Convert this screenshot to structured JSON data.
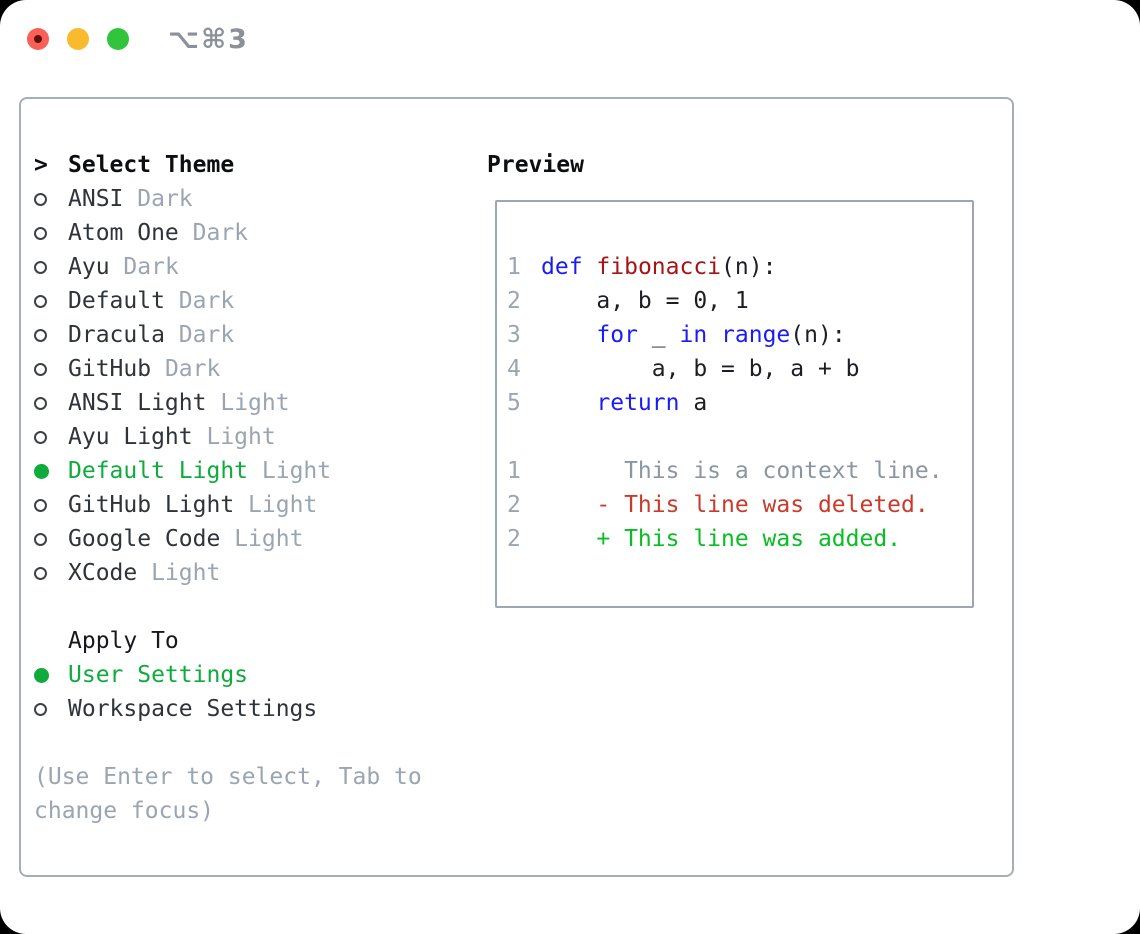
{
  "window": {
    "title": "⌥⌘3"
  },
  "colors": {
    "traffic_red": "#f96057",
    "traffic_yellow": "#f9bb2d",
    "traffic_green": "#31c53e",
    "selection_green": "#0fab3d",
    "added_green": "#0abd25",
    "deleted_red": "#c93a2b",
    "keyword_blue": "#1b1bf5",
    "function_red": "#a41515",
    "muted_gray": "#9aa5b1",
    "border_gray": "#a6aebb"
  },
  "theme_panel": {
    "header": {
      "prefix": ">",
      "label": "Select Theme"
    },
    "themes": [
      {
        "name": "ANSI",
        "badge": "Dark",
        "selected": false
      },
      {
        "name": "Atom One",
        "badge": "Dark",
        "selected": false
      },
      {
        "name": "Ayu",
        "badge": "Dark",
        "selected": false
      },
      {
        "name": "Default",
        "badge": "Dark",
        "selected": false
      },
      {
        "name": "Dracula",
        "badge": "Dark",
        "selected": false
      },
      {
        "name": "GitHub",
        "badge": "Dark",
        "selected": false
      },
      {
        "name": "ANSI Light",
        "badge": "Light",
        "selected": false
      },
      {
        "name": "Ayu Light",
        "badge": "Light",
        "selected": false
      },
      {
        "name": "Default Light",
        "badge": "Light",
        "selected": true
      },
      {
        "name": "GitHub Light",
        "badge": "Light",
        "selected": false
      },
      {
        "name": "Google Code",
        "badge": "Light",
        "selected": false
      },
      {
        "name": "XCode",
        "badge": "Light",
        "selected": false
      }
    ],
    "apply_to": {
      "header": "Apply To",
      "options": [
        {
          "name": "User Settings",
          "selected": true
        },
        {
          "name": "Workspace Settings",
          "selected": false
        }
      ]
    },
    "help_lines": [
      {
        "text": "(Use Enter to select, Tab to"
      },
      {
        "text": "change focus)"
      }
    ]
  },
  "preview": {
    "header": "Preview",
    "code_lines": [
      {
        "num": "1",
        "tokens": [
          {
            "text": "def",
            "type": "keyword"
          },
          {
            "text": " ",
            "type": "plain"
          },
          {
            "text": "fibonacci",
            "type": "function"
          },
          {
            "text": "(n):",
            "type": "plain"
          }
        ]
      },
      {
        "num": "2",
        "tokens": [
          {
            "text": "    a, b = 0, 1",
            "type": "plain"
          }
        ]
      },
      {
        "num": "3",
        "tokens": [
          {
            "text": "    ",
            "type": "plain"
          },
          {
            "text": "for",
            "type": "keyword"
          },
          {
            "text": " _ ",
            "type": "plain"
          },
          {
            "text": "in",
            "type": "keyword"
          },
          {
            "text": " ",
            "type": "plain"
          },
          {
            "text": "range",
            "type": "keyword"
          },
          {
            "text": "(n):",
            "type": "plain"
          }
        ]
      },
      {
        "num": "4",
        "tokens": [
          {
            "text": "        a, b = b, a + b",
            "type": "plain"
          }
        ]
      },
      {
        "num": "5",
        "tokens": [
          {
            "text": "    ",
            "type": "plain"
          },
          {
            "text": "return",
            "type": "keyword"
          },
          {
            "text": " a",
            "type": "plain"
          }
        ]
      },
      {
        "num": "",
        "tokens": []
      },
      {
        "num": "1",
        "tokens": [
          {
            "text": "      This is a context line.",
            "type": "context"
          }
        ]
      },
      {
        "num": "2",
        "tokens": [
          {
            "text": "    - This line was deleted.",
            "type": "deleted"
          }
        ]
      },
      {
        "num": "2",
        "tokens": [
          {
            "text": "    + This line was added.",
            "type": "added"
          }
        ]
      }
    ]
  }
}
